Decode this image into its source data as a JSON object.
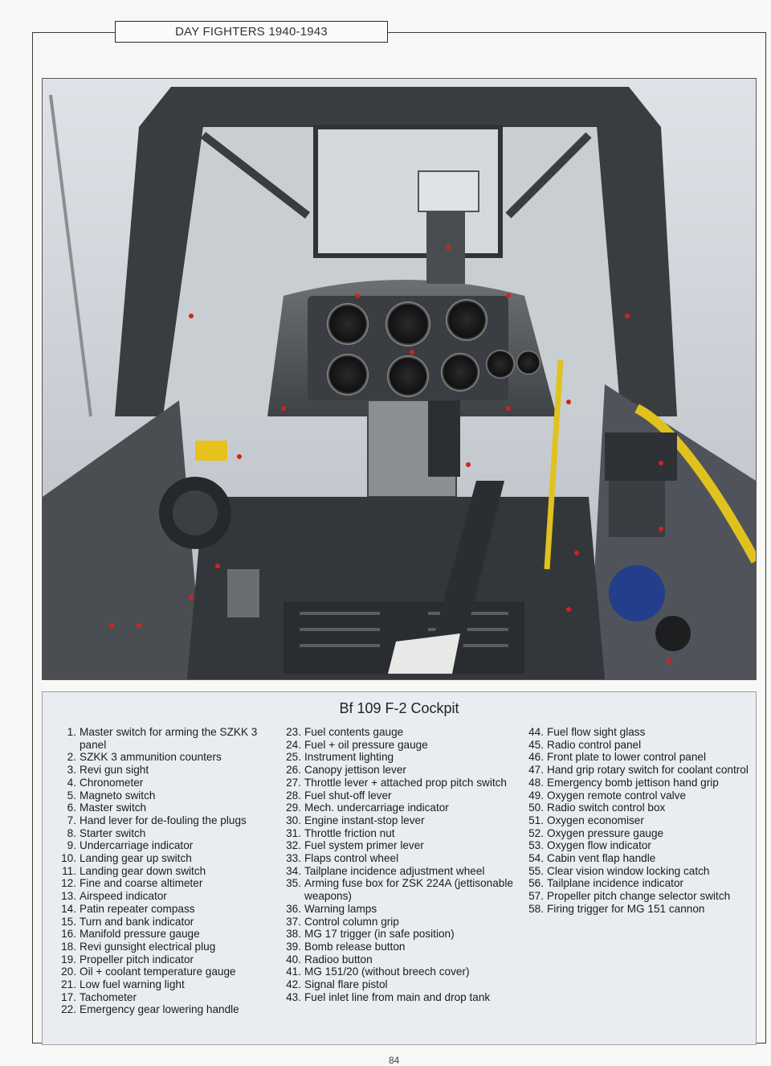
{
  "header": {
    "title": "DAY FIGHTERS 1940-1943"
  },
  "photo": {
    "alt": "Bf 109 F-2 cockpit photograph"
  },
  "legend": {
    "title": "Bf 109 F-2 Cockpit",
    "columns": [
      [
        {
          "num": "1.",
          "text": "Master switch for arming the SZKK 3 panel"
        },
        {
          "num": "2.",
          "text": "SZKK 3 ammunition counters"
        },
        {
          "num": "3.",
          "text": "Revi gun sight"
        },
        {
          "num": "4.",
          "text": "Chronometer"
        },
        {
          "num": "5.",
          "text": "Magneto switch"
        },
        {
          "num": "6.",
          "text": "Master switch"
        },
        {
          "num": "7.",
          "text": "Hand lever for de-fouling the plugs"
        },
        {
          "num": "8.",
          "text": "Starter switch"
        },
        {
          "num": "9.",
          "text": "Undercarriage indicator"
        },
        {
          "num": "10.",
          "text": "Landing gear up switch"
        },
        {
          "num": "11.",
          "text": "Landing gear down switch"
        },
        {
          "num": "12.",
          "text": "Fine and coarse altimeter"
        },
        {
          "num": "13.",
          "text": "Airspeed indicator"
        },
        {
          "num": "14.",
          "text": "Patin repeater compass"
        },
        {
          "num": "15.",
          "text": "Turn and bank indicator"
        },
        {
          "num": "16.",
          "text": "Manifold pressure gauge"
        },
        {
          "num": "18.",
          "text": "Revi gunsight electrical plug"
        },
        {
          "num": "19.",
          "text": "Propeller pitch indicator"
        },
        {
          "num": "20.",
          "text": "Oil + coolant temperature gauge"
        },
        {
          "num": "21.",
          "text": "Low fuel warning light"
        },
        {
          "num": "17.",
          "text": "Tachometer"
        },
        {
          "num": "22.",
          "text": "Emergency gear lowering handle"
        }
      ],
      [
        {
          "num": "23.",
          "text": "Fuel contents gauge"
        },
        {
          "num": "24.",
          "text": "Fuel + oil pressure gauge"
        },
        {
          "num": "25.",
          "text": "Instrument lighting"
        },
        {
          "num": "26.",
          "text": "Canopy jettison lever"
        },
        {
          "num": "27.",
          "text": "Throttle lever + attached prop pitch switch"
        },
        {
          "num": "28.",
          "text": "Fuel shut-off lever"
        },
        {
          "num": "29.",
          "text": "Mech. undercarriage indicator"
        },
        {
          "num": "30.",
          "text": "Engine instant-stop lever"
        },
        {
          "num": "31.",
          "text": "Throttle friction nut"
        },
        {
          "num": "32.",
          "text": "Fuel system primer lever"
        },
        {
          "num": "33.",
          "text": "Flaps control wheel"
        },
        {
          "num": "34.",
          "text": "Tailplane incidence adjustment wheel"
        },
        {
          "num": "35.",
          "text": "Arming fuse box for ZSK 224A (jettisonable weapons)"
        },
        {
          "num": "36.",
          "text": "Warning lamps"
        },
        {
          "num": "37.",
          "text": "Control column grip"
        },
        {
          "num": "38.",
          "text": "MG 17 trigger (in safe position)"
        },
        {
          "num": "39.",
          "text": "Bomb release button"
        },
        {
          "num": "40.",
          "text": "Radioo button"
        },
        {
          "num": "41.",
          "text": "MG 151/20 (without breech cover)"
        },
        {
          "num": "42.",
          "text": "Signal flare pistol"
        },
        {
          "num": "43.",
          "text": "Fuel inlet line from main and drop tank"
        }
      ],
      [
        {
          "num": "44.",
          "text": "Fuel flow sight glass"
        },
        {
          "num": "45.",
          "text": "Radio control panel"
        },
        {
          "num": "46.",
          "text": "Front plate to lower control panel"
        },
        {
          "num": "47.",
          "text": "Hand grip rotary switch for coolant control"
        },
        {
          "num": "48.",
          "text": "Emergency bomb jettison hand grip"
        },
        {
          "num": "49.",
          "text": "Oxygen remote control valve"
        },
        {
          "num": "50.",
          "text": "Radio switch control box"
        },
        {
          "num": "51.",
          "text": "Oxygen economiser"
        },
        {
          "num": "52.",
          "text": "Oxygen pressure gauge"
        },
        {
          "num": "53.",
          "text": "Oxygen flow indicator"
        },
        {
          "num": "54.",
          "text": "Cabin vent flap handle"
        },
        {
          "num": "55.",
          "text": "Clear vision window locking catch"
        },
        {
          "num": "56.",
          "text": "Tailplane incidence indicator"
        },
        {
          "num": "57.",
          "text": "Propeller pitch change selector switch"
        },
        {
          "num": "58.",
          "text": "Firing trigger for MG 151 cannon"
        }
      ]
    ]
  },
  "page_number": "84"
}
